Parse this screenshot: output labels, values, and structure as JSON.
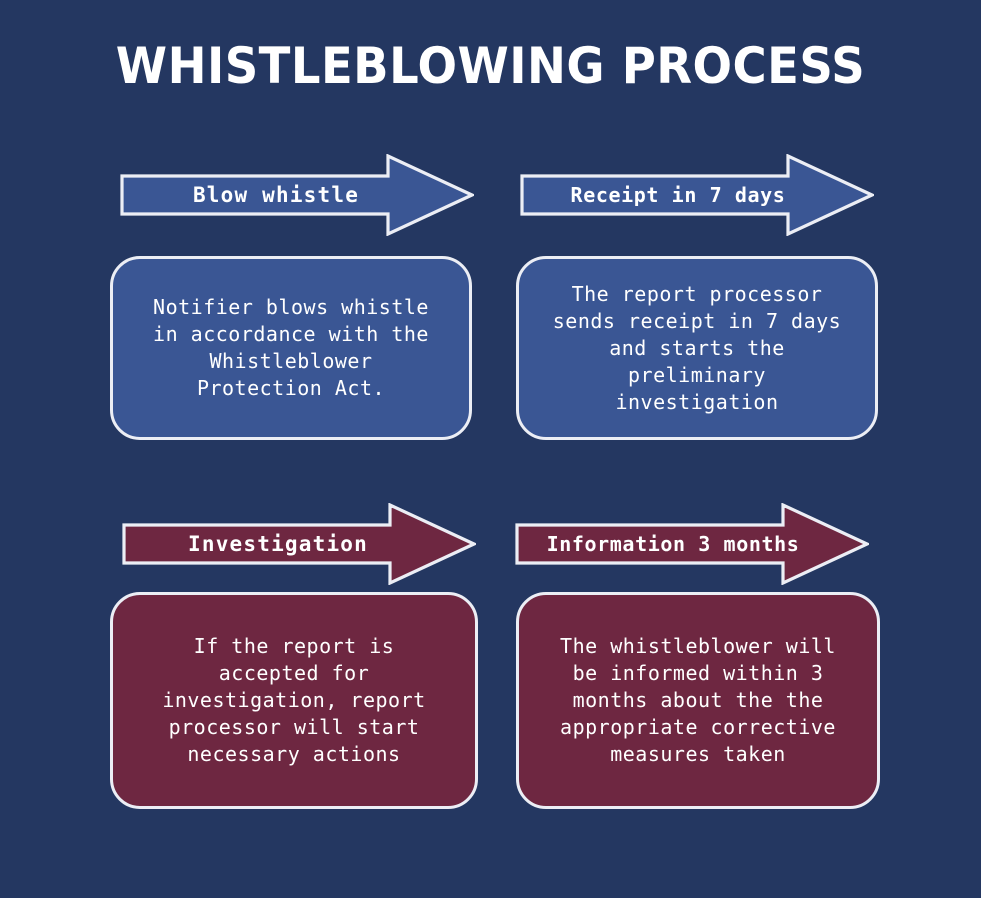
{
  "page": {
    "title": "WHISTLEBLOWING PROCESS",
    "background_color": "#243761"
  },
  "colors": {
    "background": "#243761",
    "stage_blue": "#3a5694",
    "stage_maroon": "#6e2741",
    "outline": "#eceef5",
    "text": "#ffffff"
  },
  "steps": [
    {
      "id": "step-1",
      "arrow_label": "Blow whistle",
      "body": "Notifier blows whistle\nin accordance with the\nWhistleblower\nProtection Act.",
      "color": "#3a5694",
      "variant": "blue"
    },
    {
      "id": "step-2",
      "arrow_label": "Receipt in 7 days",
      "body": "The report processor\nsends receipt in 7 days\nand starts the\npreliminary\ninvestigation",
      "color": "#3a5694",
      "variant": "blue"
    },
    {
      "id": "step-3",
      "arrow_label": "Investigation",
      "body": "If the report is\naccepted for\ninvestigation, report\nprocessor will start\nnecessary actions",
      "color": "#6e2741",
      "variant": "maroon"
    },
    {
      "id": "step-4",
      "arrow_label": "Information 3 months",
      "body": "The whistleblower will\nbe informed within 3\nmonths about the the\nappropriate corrective\nmeasures taken",
      "color": "#6e2741",
      "variant": "maroon"
    }
  ]
}
